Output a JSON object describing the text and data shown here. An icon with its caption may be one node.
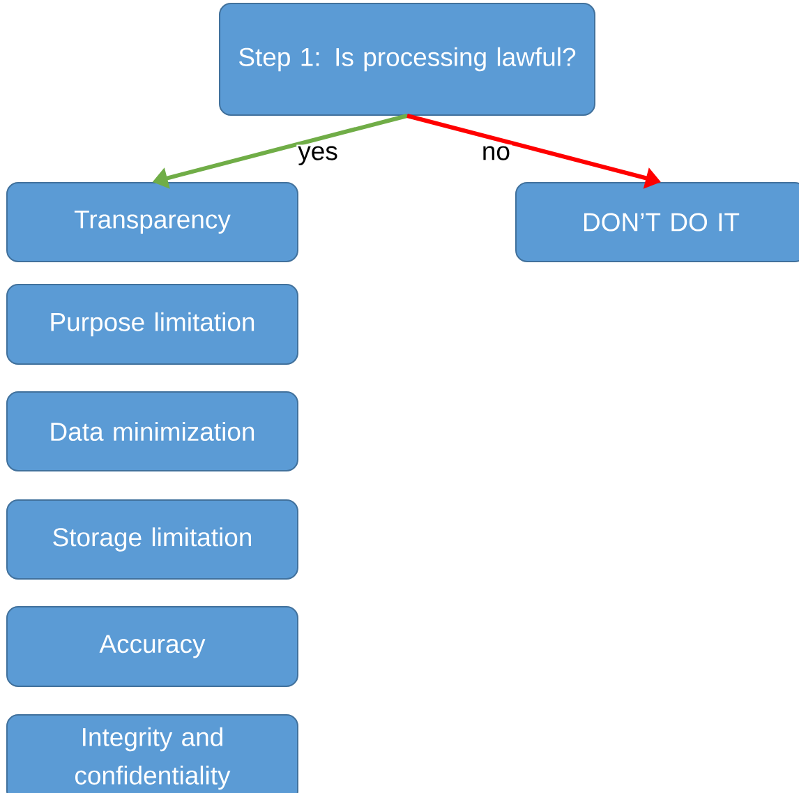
{
  "diagram": {
    "nodes": [
      {
        "text": [
          "Step 1: Is processing lawful?"
        ]
      },
      {
        "text": [
          "Transparency"
        ]
      },
      {
        "text": [
          "DON’T DO IT"
        ]
      },
      {
        "text": [
          "Purpose limitation"
        ]
      },
      {
        "text": [
          "Data minimization"
        ]
      },
      {
        "text": [
          "Storage limitation"
        ]
      },
      {
        "text": [
          "Accuracy"
        ]
      },
      {
        "text": [
          "Integrity and confidentiality"
        ]
      }
    ],
    "edges": [
      {
        "from": 0,
        "to": 1,
        "arrow": "to",
        "label": "yes",
        "color": "#70ad47"
      },
      {
        "from": 0,
        "to": 2,
        "arrow": "to",
        "label": "no",
        "color": "#ff0000"
      }
    ]
  }
}
